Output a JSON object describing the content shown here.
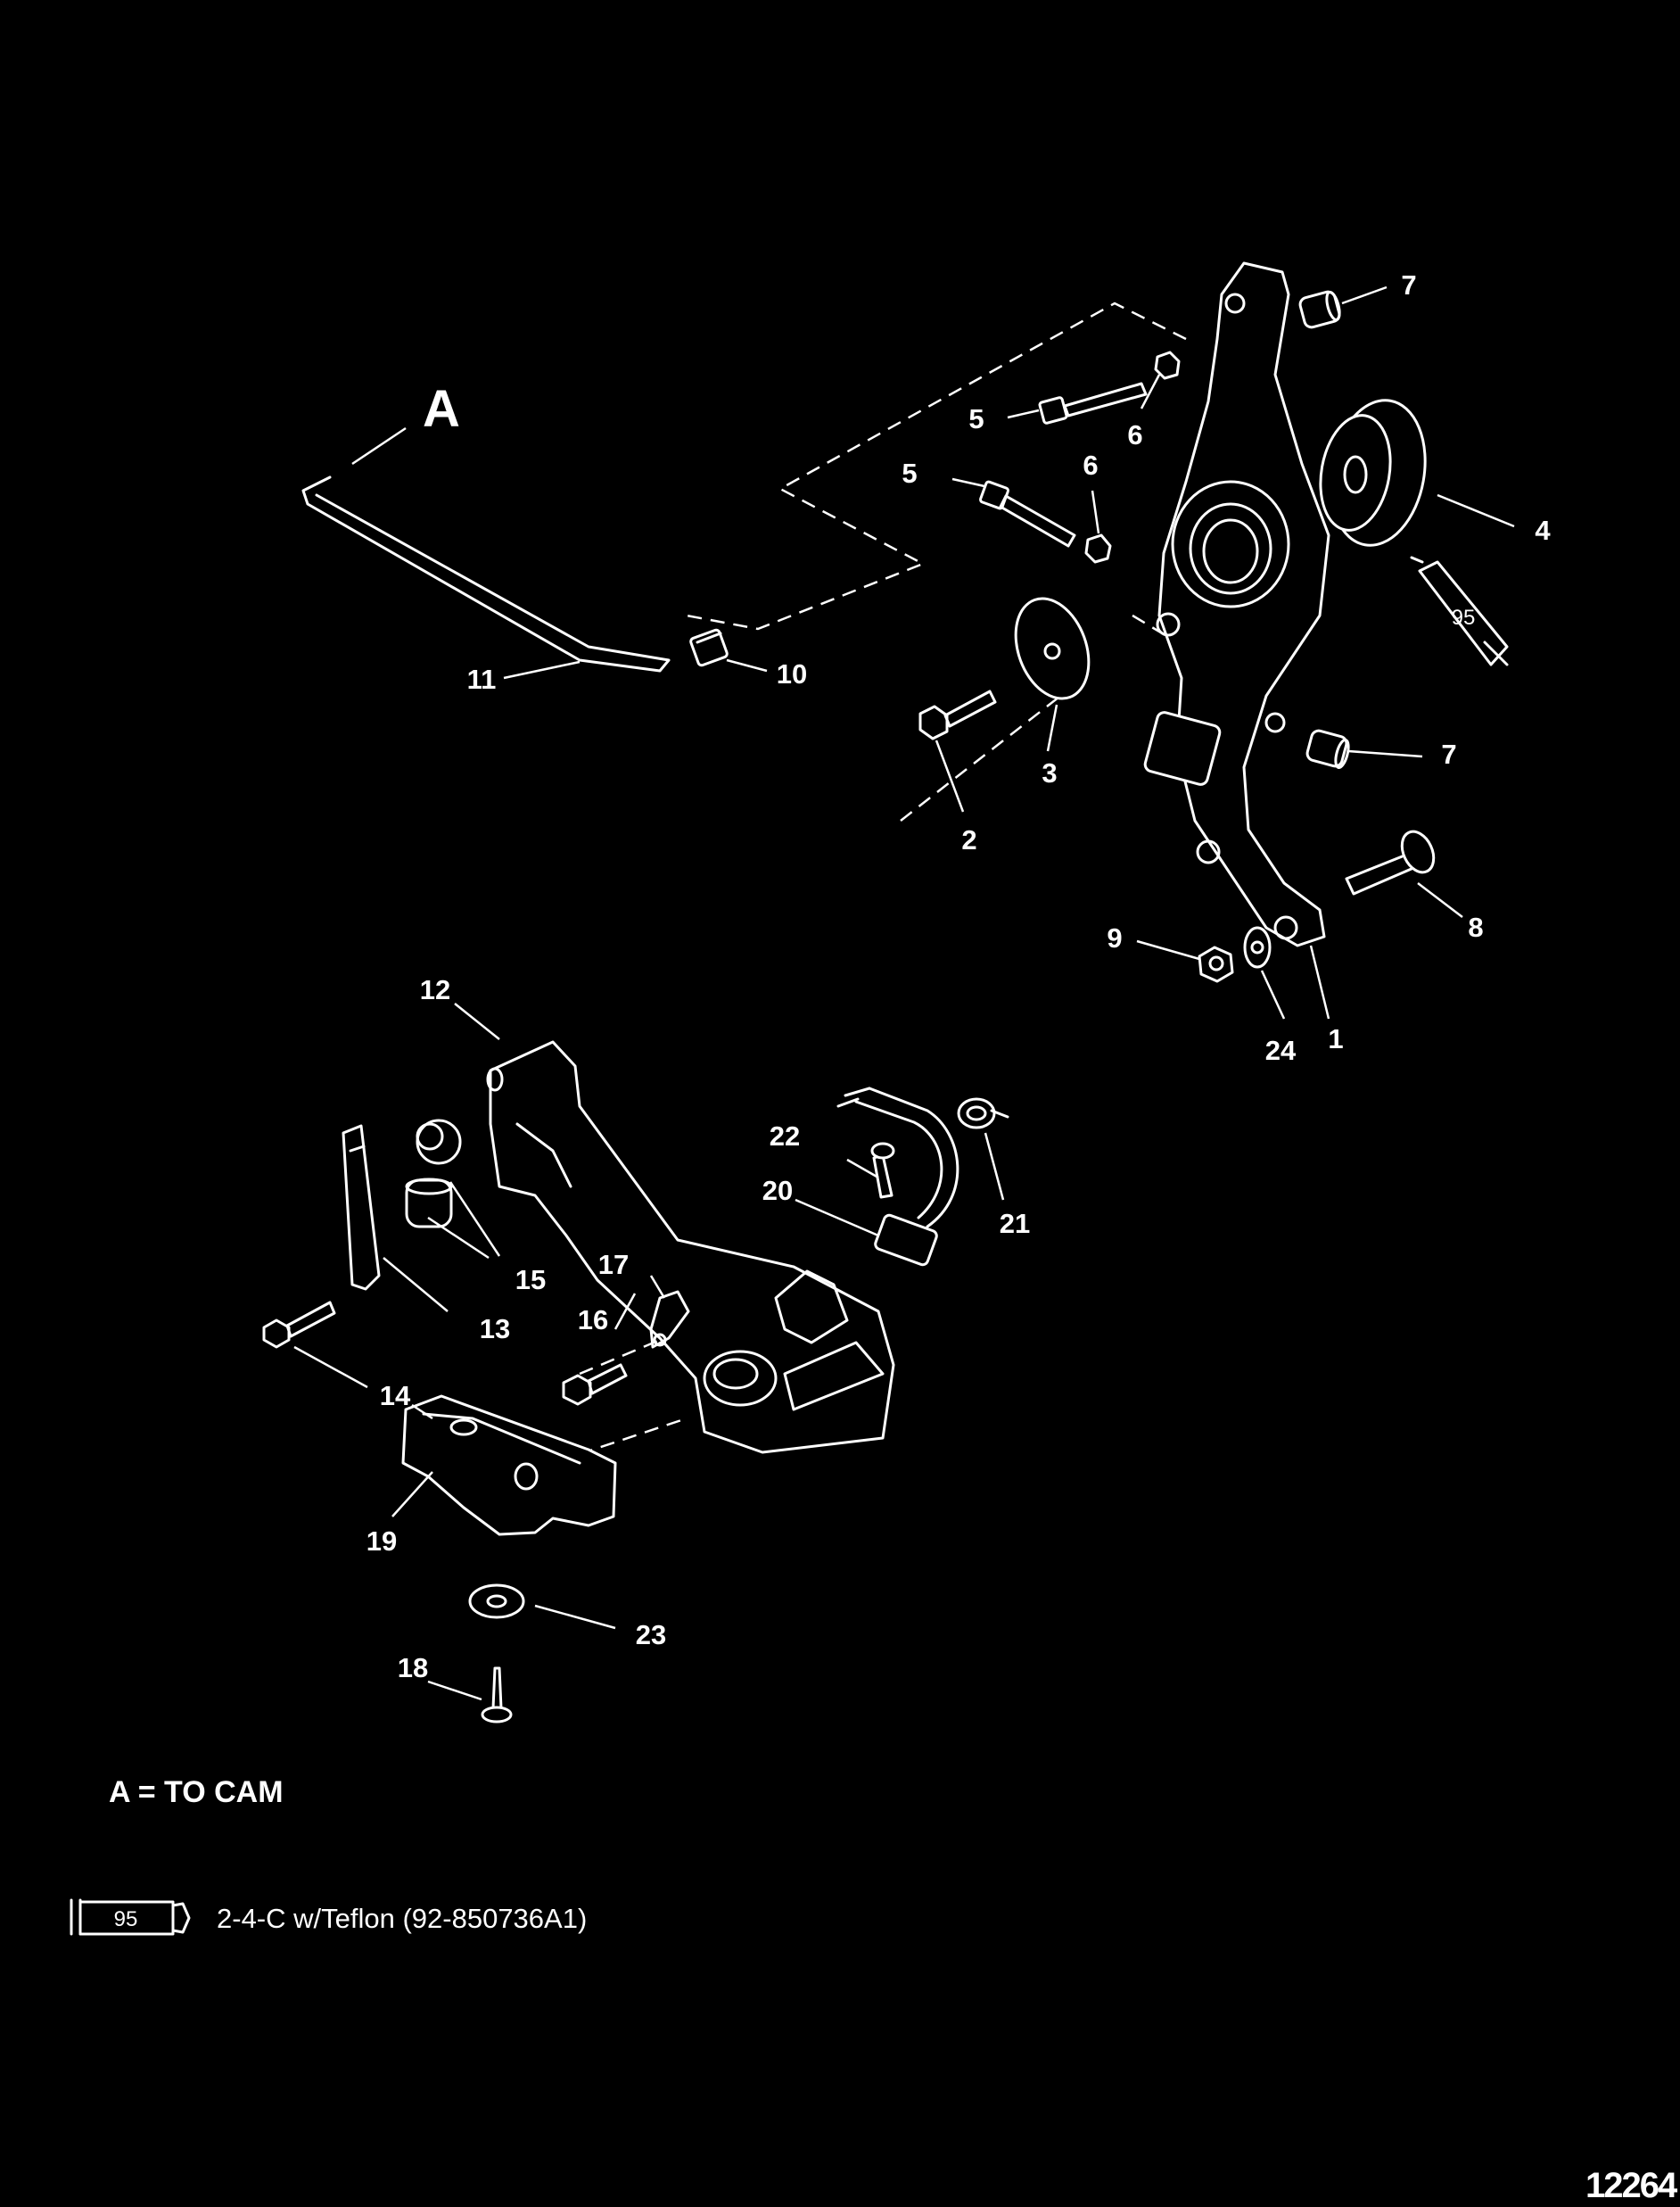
{
  "callout_label_a": "A",
  "callouts": [
    {
      "id": "c1",
      "text": "1"
    },
    {
      "id": "c2",
      "text": "2"
    },
    {
      "id": "c3",
      "text": "3"
    },
    {
      "id": "c4",
      "text": "4"
    },
    {
      "id": "c5a",
      "text": "5"
    },
    {
      "id": "c5b",
      "text": "5"
    },
    {
      "id": "c6a",
      "text": "6"
    },
    {
      "id": "c6b",
      "text": "6"
    },
    {
      "id": "c7a",
      "text": "7"
    },
    {
      "id": "c7b",
      "text": "7"
    },
    {
      "id": "c8",
      "text": "8"
    },
    {
      "id": "c9",
      "text": "9"
    },
    {
      "id": "c10",
      "text": "10"
    },
    {
      "id": "c11",
      "text": "11"
    },
    {
      "id": "c12",
      "text": "12"
    },
    {
      "id": "c13",
      "text": "13"
    },
    {
      "id": "c14",
      "text": "14"
    },
    {
      "id": "c15",
      "text": "15"
    },
    {
      "id": "c16",
      "text": "16"
    },
    {
      "id": "c17",
      "text": "17"
    },
    {
      "id": "c18",
      "text": "18"
    },
    {
      "id": "c19",
      "text": "19"
    },
    {
      "id": "c20",
      "text": "20"
    },
    {
      "id": "c21",
      "text": "21"
    },
    {
      "id": "c22",
      "text": "22"
    },
    {
      "id": "c23",
      "text": "23"
    },
    {
      "id": "c24",
      "text": "24"
    }
  ],
  "note": "A = TO CAM",
  "legend": {
    "tube_code": "95",
    "text": "2-4-C w/Teflon (92-850736A1)"
  },
  "tube_on_part4_code": "95",
  "figure_number": "12264"
}
